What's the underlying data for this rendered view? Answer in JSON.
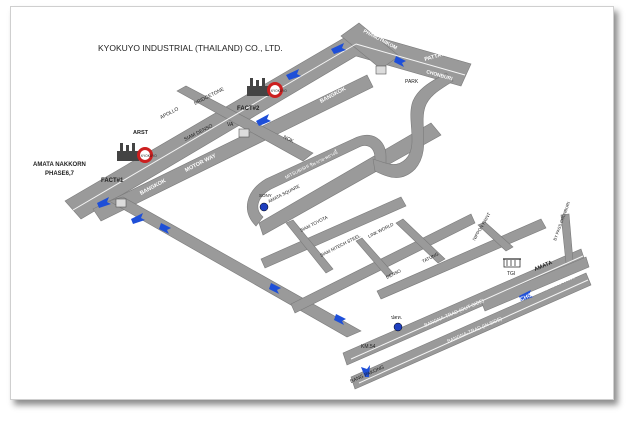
{
  "title": "KYOKUYO INDUSTRIAL (THAILAND) CO., LTD.",
  "roads": {
    "phanutnikom": "PHANUTNIKOM",
    "pattaya_top": "PATTAYA",
    "chonburi_top": "CHONBURI",
    "bangkok_top": "BANGKOK",
    "bangkok_mid": "BANGKOK",
    "bangkok_bottom": "BANGKOK",
    "motorway": "MOTOR WAY",
    "chonburi_pattaya": "CHONBURI - PATTAYA",
    "amata": "AMATA",
    "bangna_out": "BANGNA-TRAD (OUT SIDE)",
    "bangna_in": "BANGNA-TRAD (IN SIDE)",
    "bypass": "BY PASS CHONBURI",
    "bang_pakong": "BANG PAKONG",
    "km54": "KM.54"
  },
  "places": {
    "park": "PARK",
    "bridgetone": "BRIDGETONE",
    "apollo": "APOLLO",
    "arst": "ARST",
    "siam_denso": "SIAM DENSO",
    "va": "VA",
    "nok": "NOK",
    "mitsubishi": "MITSUBISHI",
    "thai_script": "รีพ-บาย-พยางนี้",
    "sony": "SONY",
    "amata_square": "AMATA SQUARE",
    "siam_toyota": "SIAM TOYOTA",
    "siam_nitech": "SIAM NITECH STEEL",
    "link_world": "LINK WORLD",
    "denso": "DENSO",
    "tatung": "TATUNG",
    "nippon_paint": "NIPPON PAINT",
    "tgi": "TGI",
    "ptt": "ปตท.",
    "amata_nakkorn": "AMATA NAKKORN",
    "phase": "PHASE6,7",
    "fact1": "FACT#1",
    "fact2": "FACT#2"
  },
  "factory_badge": "KYOKUYO",
  "colors": {
    "road": "#9a9a9a",
    "road_edge": "#7d7d7d",
    "arrow": "#1e4fd8",
    "factory": "#cc1f1f"
  }
}
